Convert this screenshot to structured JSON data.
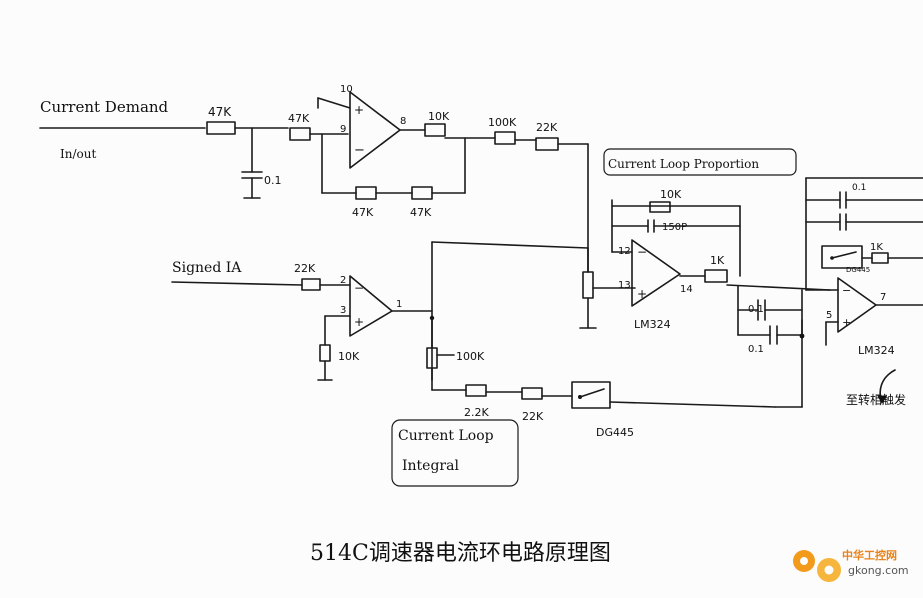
{
  "inputs": {
    "current_demand": "Current Demand",
    "current_demand_sub": "In/out",
    "signed_ia": "Signed IA"
  },
  "components": {
    "r_47k_a": "47K",
    "r_47k_b": "47K",
    "c_0_1_a": "0.1",
    "pin_10": "10",
    "pin_9": "9",
    "pin_8": "8",
    "r_10k_a": "10K",
    "r_100k_a": "100K",
    "r_22k_a": "22K",
    "r_47k_fb1": "47K",
    "r_47k_fb2": "47K",
    "r_22k_ia": "22K",
    "pin_2": "2",
    "pin_3": "3",
    "pin_1": "1",
    "r_10k_b": "10K",
    "pot_100k": "100K",
    "r_2_2k": "2.2K",
    "r_22k_b": "22K",
    "dg445": "DG445",
    "r_10k_fb": "10K",
    "c_150p": "150P",
    "pin_12": "12",
    "pin_13": "13",
    "pin_14": "14",
    "r_1k_a": "1K",
    "lm324_a": "LM324",
    "c_0_1_b": "0.1",
    "c_0_1_c": "0.1",
    "c_0_1_d": "0.1",
    "r_1k_b": "1K",
    "dg445_b": "DG445",
    "pin_5": "5",
    "pin_7": "7",
    "lm324_b": "LM324",
    "output_note": "至转相触发"
  },
  "boxes": {
    "proportion": "Current Loop Proportion",
    "integral_1": "Current Loop",
    "integral_2": "Integral"
  },
  "caption": "514C调速器电流环电路原理图",
  "watermark": {
    "brand": "中华工控网",
    "url": "gkong.com",
    "color": "#f29a1a"
  }
}
